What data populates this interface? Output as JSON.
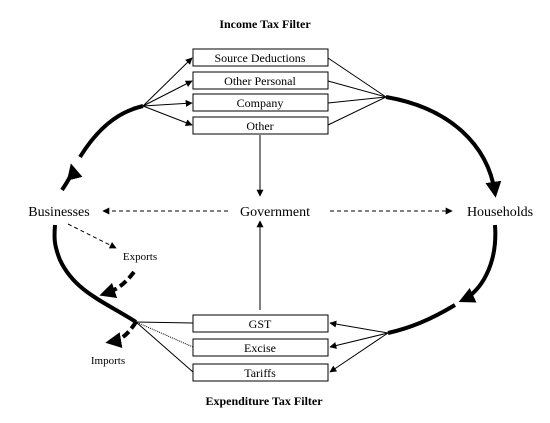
{
  "titles": {
    "income": "Income Tax Filter",
    "expenditure": "Expenditure Tax Filter"
  },
  "nodes": {
    "businesses": "Businesses",
    "government": "Government",
    "households": "Households"
  },
  "income_boxes": [
    "Source Deductions",
    "Other Personal",
    "Company",
    "Other"
  ],
  "expenditure_boxes": [
    "GST",
    "Excise",
    "Tariffs"
  ],
  "flow_labels": {
    "exports": "Exports",
    "imports": "Imports"
  }
}
